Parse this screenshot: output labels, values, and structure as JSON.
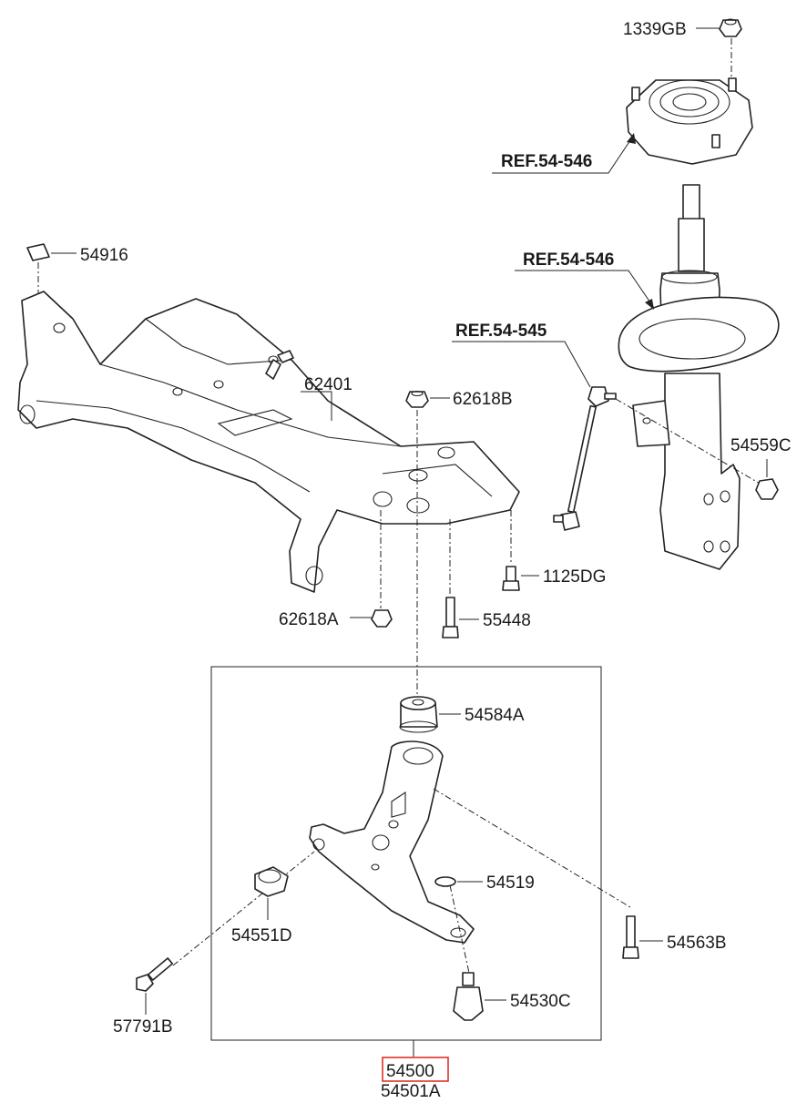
{
  "colors": {
    "line": "#222222",
    "highlight": "#e0302a",
    "background": "#ffffff"
  },
  "labels": {
    "nut_1339GB": "1339GB",
    "ref_top": "REF.54-546",
    "pad_54916": "54916",
    "ref_strut": "REF.54-546",
    "ref_link": "REF.54-545",
    "crossmember_62401": "62401",
    "bolt_62618B": "62618B",
    "nut_54559C": "54559C",
    "bolt_1125DG": "1125DG",
    "nut_62618A": "62618A",
    "bolt_55448": "55448",
    "bushing_54584A": "54584A",
    "ring_54519": "54519",
    "bushing_54551D": "54551D",
    "bolt_54563B": "54563B",
    "balljoint_54530C": "54530C",
    "bolt_57791B": "57791B",
    "assembly_54500": "54500",
    "assembly_54501A": "54501A"
  }
}
